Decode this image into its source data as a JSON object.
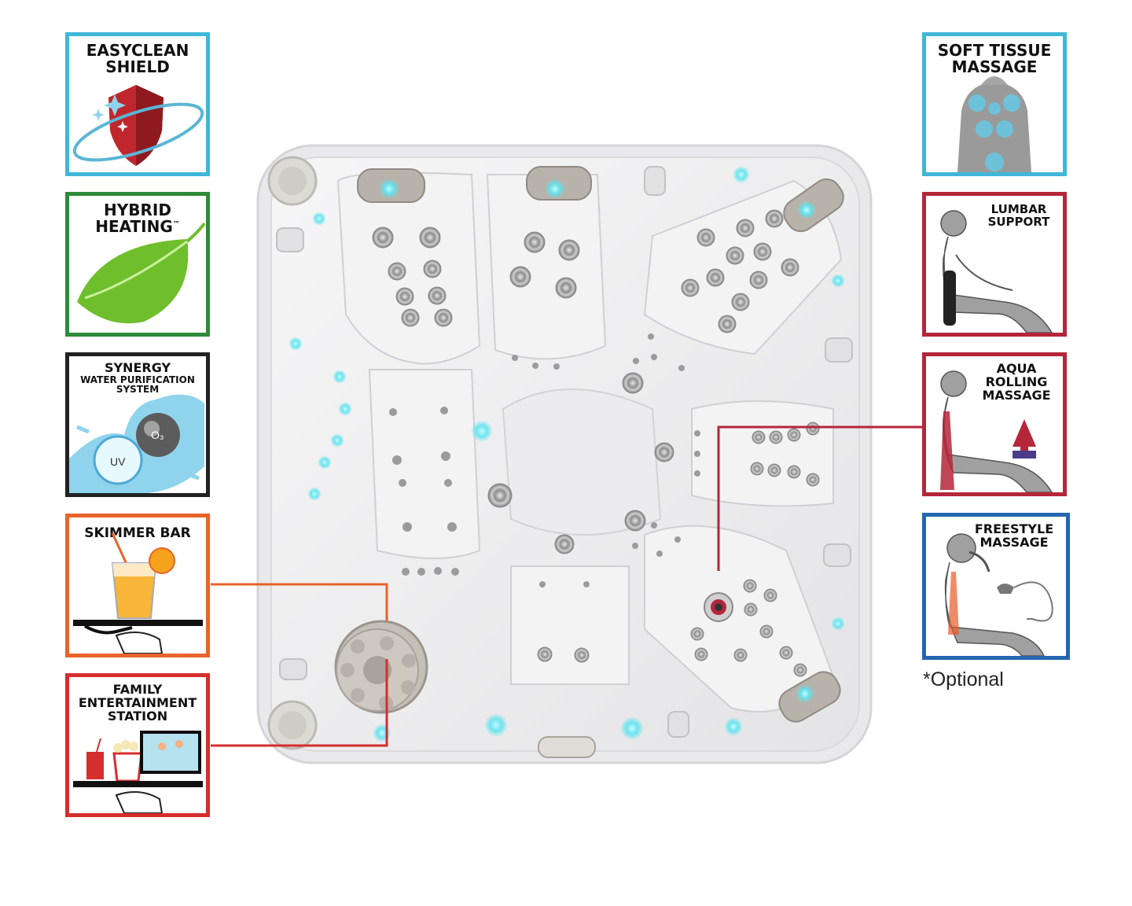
{
  "features_left": [
    {
      "key": "easyclean",
      "lines": [
        "EASYCLEAN",
        "SHIELD"
      ],
      "border": "#3fb7d9",
      "icon": "shield-icon"
    },
    {
      "key": "hybrid",
      "lines": [
        "HYBRID",
        "HEATING"
      ],
      "mark": "™",
      "border": "#2e8b3a",
      "icon": "leaf-icon"
    },
    {
      "key": "synergy",
      "lines": [
        "SYNERGY",
        "WATER PURIFICATION",
        "SYSTEM"
      ],
      "border": "#222222",
      "icon": "purification-icon",
      "bubble_labels": [
        "O₃",
        "UV"
      ]
    },
    {
      "key": "skimmer",
      "lines": [
        "SKIMMER BAR"
      ],
      "border": "#e8642a",
      "icon": "drink-tray-icon"
    },
    {
      "key": "family",
      "lines": [
        "FAMILY",
        "ENTERTAINMENT",
        "STATION"
      ],
      "border": "#d62d2d",
      "icon": "entertainment-tray-icon"
    }
  ],
  "features_right": [
    {
      "key": "softtissue",
      "lines": [
        "SOFT TISSUE",
        "MASSAGE"
      ],
      "border": "#3fb7d9",
      "icon": "back-massage-icon"
    },
    {
      "key": "lumbar",
      "lines": [
        "LUMBAR",
        "SUPPORT"
      ],
      "border": "#b5263a",
      "icon": "lumbar-seat-icon"
    },
    {
      "key": "aqua",
      "lines": [
        "AQUA",
        "ROLLING",
        "MASSAGE"
      ],
      "border": "#b5263a",
      "icon": "rolling-massage-icon"
    },
    {
      "key": "freestyle",
      "lines": [
        "FREESTYLE",
        "MASSAGE"
      ],
      "border": "#2566b0",
      "icon": "handheld-massage-icon"
    }
  ],
  "footnote": "*Optional",
  "colors": {
    "callout_orange": "#e8642a",
    "callout_red": "#d62d2d",
    "callout_darkred": "#b5263a",
    "light_glow": "#5fe3ee",
    "shell": "#f1f1f2"
  }
}
